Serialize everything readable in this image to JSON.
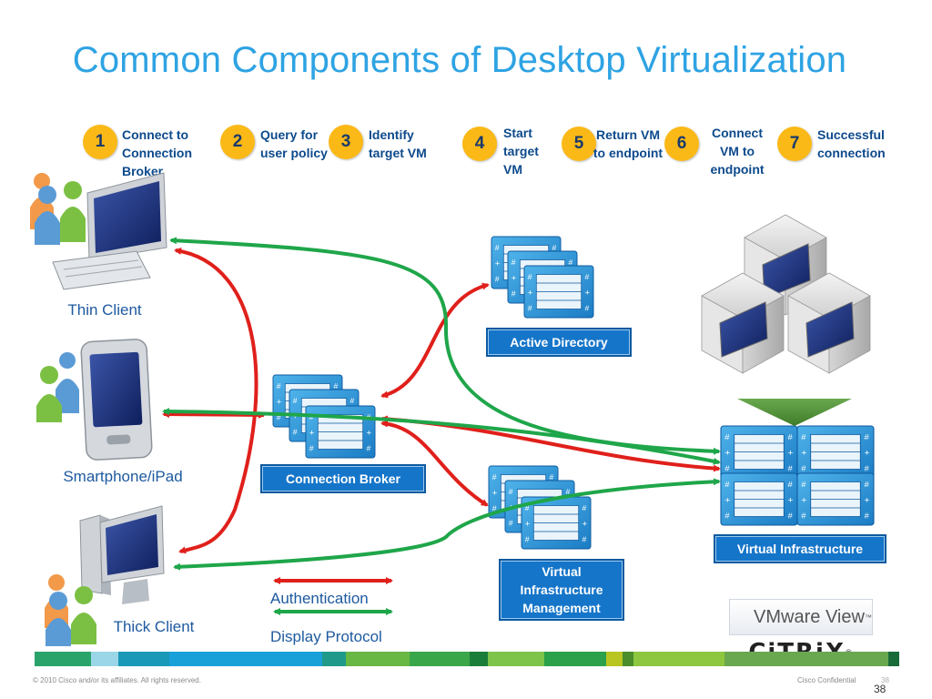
{
  "title": "Common Components of Desktop Virtualization",
  "steps": [
    {
      "number": "1",
      "label": "Connect to Connection Broker"
    },
    {
      "number": "2",
      "label": "Query for user policy"
    },
    {
      "number": "3",
      "label": "Identify target VM"
    },
    {
      "number": "4",
      "label": "Start target VM"
    },
    {
      "number": "5",
      "label": "Return VM to endpoint"
    },
    {
      "number": "6",
      "label": "Connect VM to endpoint"
    },
    {
      "number": "7",
      "label": "Successful connection"
    }
  ],
  "clients": {
    "thin": "Thin Client",
    "smartphone": "Smartphone/iPad",
    "thick": "Thick Client"
  },
  "components": {
    "active_directory": "Active Directory",
    "connection_broker": "Connection Broker",
    "virtual_infrastructure": "Virtual Infrastructure",
    "vim": "Virtual Infrastructure Management"
  },
  "legend": {
    "authentication": "Authentication",
    "display_protocol": "Display Protocol",
    "auth_color": "#e0201b",
    "display_color": "#1fa64a"
  },
  "vendors": {
    "vmware": "VMware View",
    "vmware_tm": "™",
    "citrix": "CiTRiX",
    "citrix_r": "®"
  },
  "footer": {
    "copyright": "© 2010 Cisco and/or its affiliates. All rights reserved.",
    "confidential": "Cisco Confidential",
    "page_small": "38",
    "page": "38"
  },
  "colors": {
    "title": "#2ea3e3",
    "step_circle": "#fbb917",
    "box_blue": "#1575c9"
  }
}
